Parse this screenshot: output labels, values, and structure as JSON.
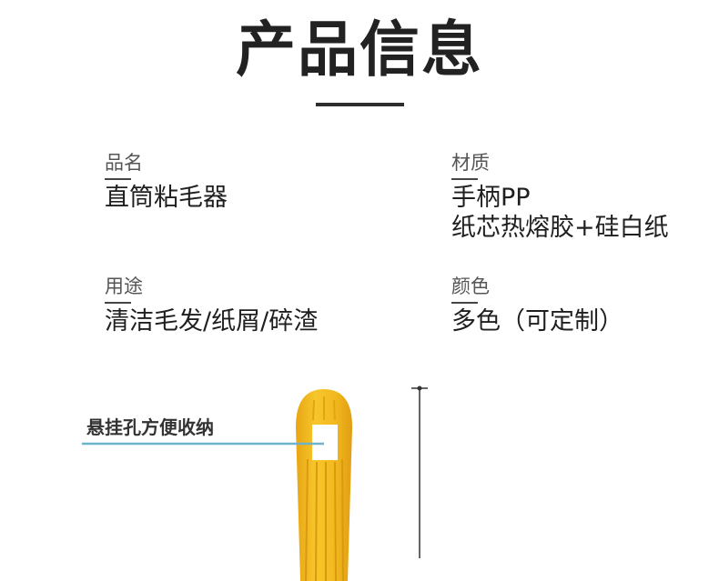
{
  "header": {
    "title": "产品信息"
  },
  "info": {
    "name_label": "品名",
    "name_value": "直筒粘毛器",
    "material_label": "材质",
    "material_line1": "手柄PP",
    "material_line2": "纸芯热熔胶+硅白纸",
    "usage_label": "用途",
    "usage_value": "清洁毛发/纸屑/碎渣",
    "color_label": "颜色",
    "color_value": "多色（可定制）"
  },
  "illustration": {
    "callout": "悬挂孔方便收纳",
    "handle_color": "#f2b91e",
    "callout_line_color": "#6fb3c9"
  }
}
